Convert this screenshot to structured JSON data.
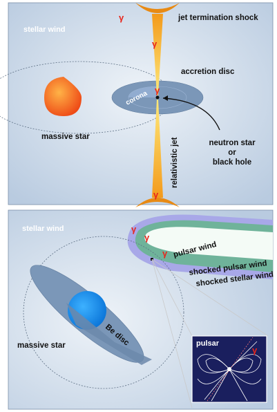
{
  "top_panel": {
    "stellar_wind": "stellar wind",
    "jet_termination_shock": "jet termination shock",
    "accretion_disc": "accretion disc",
    "corona": "corona",
    "massive_star": "massive star",
    "relativistic_jet": "relativistic jet",
    "compact_object_line1": "neutron star",
    "compact_object_line2": "or",
    "compact_object_line3": "black hole",
    "gamma_symbol": "γ"
  },
  "bottom_panel": {
    "stellar_wind": "stellar wind",
    "pulsar_wind": "pulsar wind",
    "shocked_pulsar_wind": "shocked pulsar wind",
    "shocked_stellar_wind": "shocked stellar wind",
    "massive_star": "massive star",
    "be_disc": "Be disc",
    "pulsar": "pulsar",
    "gamma_symbol": "γ"
  },
  "colors": {
    "background_blue": "#c9d8e8",
    "disc_blue": "#7b97b8",
    "star_orange": "#f26522",
    "jet_yellow": "#f6c21a",
    "gamma_red": "#e8261c",
    "pulsar_box": "#1a1f5e",
    "green_shock": "#6fb39a",
    "lavender_shock": "#a8a8e8"
  }
}
